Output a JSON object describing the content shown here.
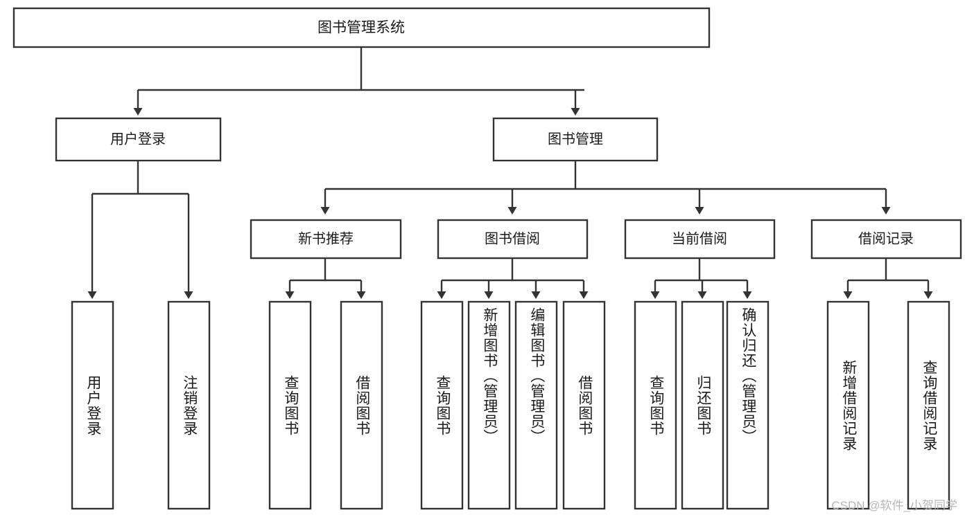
{
  "diagram": {
    "title": "图书管理系统",
    "type": "tree-hierarchy-chart",
    "root": {
      "label": "图书管理系统"
    },
    "level1": [
      {
        "label": "用户登录"
      },
      {
        "label": "图书管理"
      }
    ],
    "level2": [
      {
        "label": "新书推荐"
      },
      {
        "label": "图书借阅"
      },
      {
        "label": "当前借阅"
      },
      {
        "label": "借阅记录"
      }
    ],
    "leaves_user_login": [
      {
        "label": "用户登录"
      },
      {
        "label": "注销登录"
      }
    ],
    "leaves_new_book": [
      {
        "label": "查询图书"
      },
      {
        "label": "借阅图书"
      }
    ],
    "leaves_borrow": [
      {
        "label": "查询图书"
      },
      {
        "label": "新增图书（管理员）"
      },
      {
        "label": "编辑图书（管理员）"
      },
      {
        "label": "借阅图书"
      }
    ],
    "leaves_current": [
      {
        "label": "查询图书"
      },
      {
        "label": "归还图书"
      },
      {
        "label": "确认归还（管理员）"
      }
    ],
    "leaves_record": [
      {
        "label": "新增借阅记录"
      },
      {
        "label": "查询借阅记录"
      }
    ]
  },
  "watermark": {
    "text": "CSDN @软件_小贺同学"
  },
  "colors": {
    "stroke": "#333333",
    "box_fill": "#ffffff",
    "text": "#1a1a1a",
    "watermark": "#b6b6b6",
    "background": "#ffffff"
  }
}
